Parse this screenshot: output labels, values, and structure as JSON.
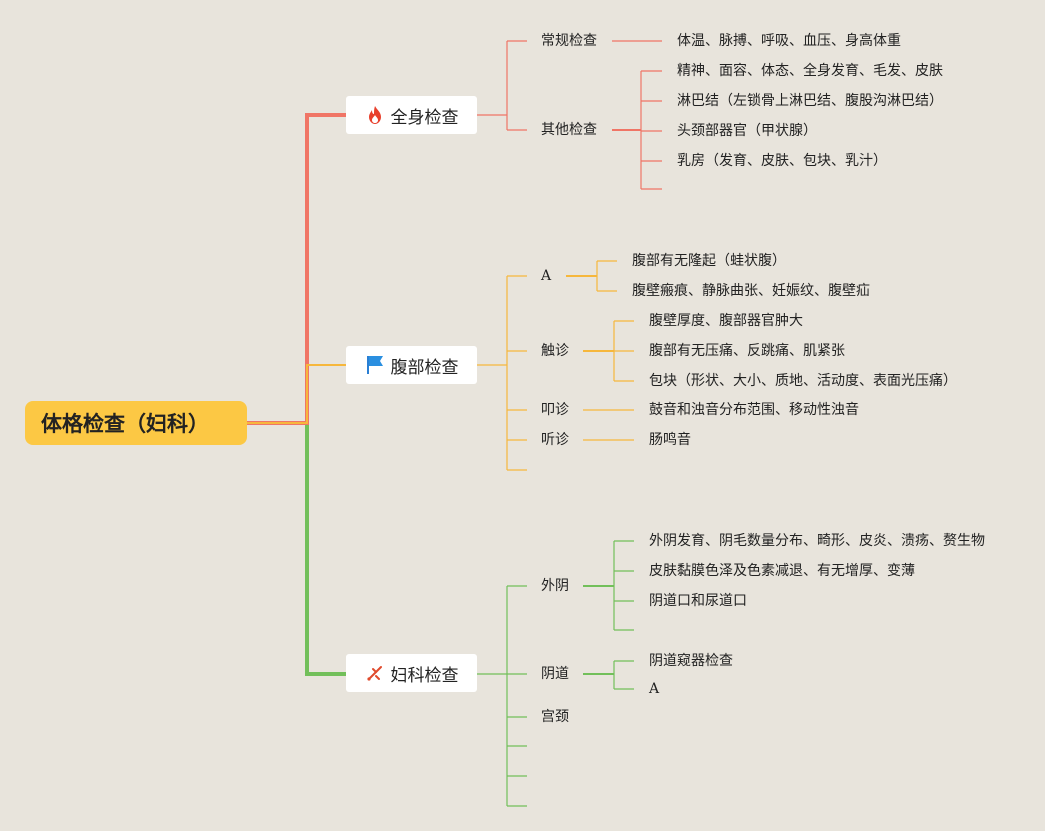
{
  "root": {
    "label": "体格检查（妇科）"
  },
  "colors": {
    "root_bg": "#fcc844",
    "branch_general": "#f07566",
    "branch_abdomen": "#f6b73c",
    "branch_gyn": "#72bf5a",
    "background": "#e8e4dc"
  },
  "branches": [
    {
      "label": "全身检查",
      "icon": "fire-icon",
      "color": "#f07566",
      "children": [
        {
          "label": "常规检查",
          "children": [
            "体温、脉搏、呼吸、血压、身高体重"
          ]
        },
        {
          "label": "其他检查",
          "children": [
            "精神、面容、体态、全身发育、毛发、皮肤",
            "淋巴结（左锁骨上淋巴结、腹股沟淋巴结）",
            "头颈部器官（甲状腺）",
            "乳房（发育、皮肤、包块、乳汁）",
            ""
          ]
        }
      ]
    },
    {
      "label": "腹部检查",
      "icon": "flag-icon",
      "color": "#f6b73c",
      "children": [
        {
          "label": "A",
          "children": [
            "腹部有无隆起（蛙状腹）",
            "腹壁瘢痕、静脉曲张、妊娠纹、腹壁疝"
          ]
        },
        {
          "label": "触诊",
          "children": [
            "腹壁厚度、腹部器官肿大",
            "腹部有无压痛、反跳痛、肌紧张",
            "包块（形状、大小、质地、活动度、表面光压痛）"
          ]
        },
        {
          "label": "叩诊",
          "children": [
            "鼓音和浊音分布范围、移动性浊音"
          ]
        },
        {
          "label": "听诊",
          "children": [
            "肠鸣音"
          ]
        },
        {
          "label": "",
          "children": []
        }
      ]
    },
    {
      "label": "妇科检查",
      "icon": "tools-icon",
      "color": "#72bf5a",
      "children": [
        {
          "label": "外阴",
          "children": [
            "外阴发育、阴毛数量分布、畸形、皮炎、溃疡、赘生物",
            "皮肤黏膜色泽及色素减退、有无增厚、变薄",
            "阴道口和尿道口",
            ""
          ]
        },
        {
          "label": "阴道",
          "children": [
            "阴道窥器检查",
            "A"
          ]
        },
        {
          "label": "宫颈",
          "children": []
        },
        {
          "label": "",
          "children": []
        },
        {
          "label": "",
          "children": []
        },
        {
          "label": "",
          "children": []
        }
      ]
    }
  ]
}
